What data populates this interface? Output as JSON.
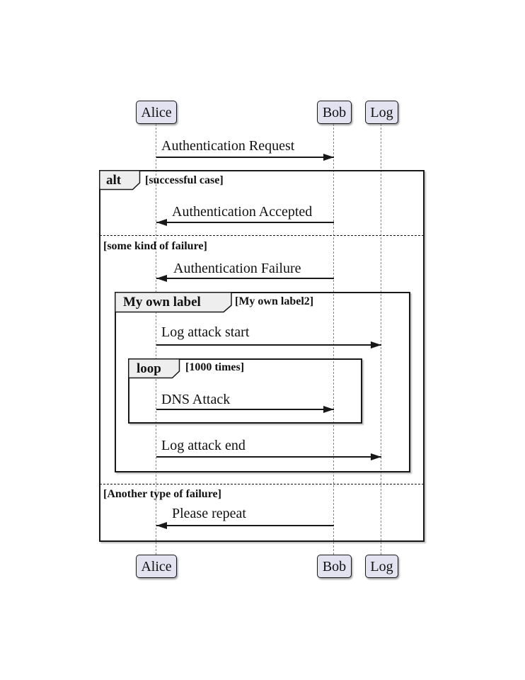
{
  "diagram": {
    "type": "sequence-diagram",
    "participants": [
      {
        "name": "Alice"
      },
      {
        "name": "Bob"
      },
      {
        "name": "Log"
      }
    ],
    "messages": [
      {
        "label": "Authentication Request",
        "from": "Alice",
        "to": "Bob"
      },
      {
        "label": "Authentication Accepted",
        "from": "Bob",
        "to": "Alice"
      },
      {
        "label": "Authentication Failure",
        "from": "Bob",
        "to": "Alice"
      },
      {
        "label": "Log attack start",
        "from": "Alice",
        "to": "Log"
      },
      {
        "label": "DNS Attack",
        "from": "Alice",
        "to": "Bob"
      },
      {
        "label": "Log attack end",
        "from": "Alice",
        "to": "Log"
      },
      {
        "label": "Please repeat",
        "from": "Bob",
        "to": "Alice"
      }
    ],
    "frames": {
      "alt": {
        "label": "alt",
        "condition": "[successful case]"
      },
      "group": {
        "label": "My own label",
        "condition": "[My own label2]"
      },
      "loop": {
        "label": "loop",
        "condition": "[1000 times]"
      }
    },
    "dividers": [
      {
        "label": "[some kind of failure]"
      },
      {
        "label": "[Another type of failure]"
      }
    ],
    "colors": {
      "participant_fill": "#E2E2F0",
      "participant_border": "#181818",
      "frame_border": "#181818",
      "frame_label_fill": "#EEEEEE",
      "lifeline": "#888888",
      "message_line": "#181818",
      "background": "#FFFFFF"
    }
  }
}
